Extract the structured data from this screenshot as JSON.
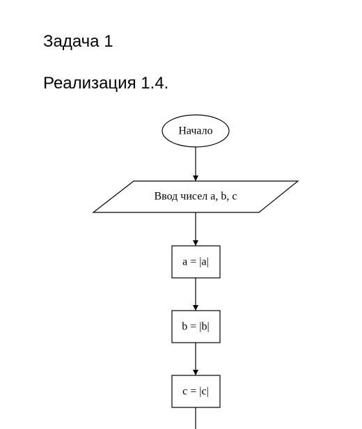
{
  "document": {
    "task_title": "Задача 1",
    "implementation_title": "Реализация 1.4."
  },
  "flowchart": {
    "start_label": "Начало",
    "input_label": "Ввод чисел a, b, c",
    "step_a_label": "a = |a|",
    "step_b_label": "b = |b|",
    "step_c_label": "c = |c|"
  }
}
